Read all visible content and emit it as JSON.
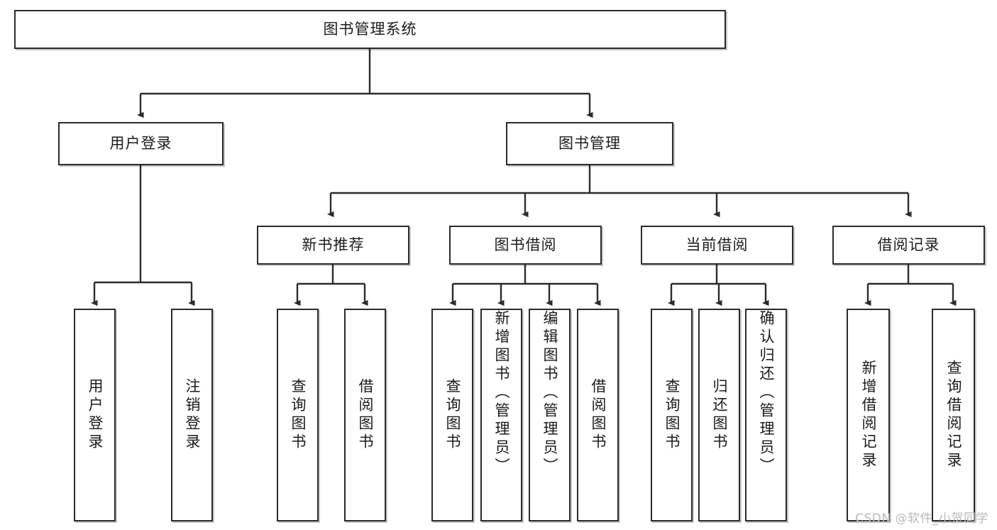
{
  "diagram": {
    "title": "图书管理系统",
    "watermark": "CSDN @软件_小贺同学",
    "line_color": "#2b2b2b",
    "box_border_color": "#2b2b2b",
    "box_fill": "#ffffff",
    "text_color": "#1b1b1b",
    "watermark_color": "#b9b9b9",
    "root": {
      "label": "图书管理系统"
    },
    "level2": [
      {
        "label": "用户登录"
      },
      {
        "label": "图书管理"
      }
    ],
    "level3": [
      {
        "label": "新书推荐"
      },
      {
        "label": "图书借阅"
      },
      {
        "label": "当前借阅"
      },
      {
        "label": "借阅记录"
      }
    ],
    "leaves": {
      "user_login": [
        {
          "label": "用户登录"
        },
        {
          "label": "注销登录"
        }
      ],
      "new_book": [
        {
          "label": "查询图书"
        },
        {
          "label": "借阅图书"
        }
      ],
      "book_borrow": [
        {
          "label": "查询图书"
        },
        {
          "label": "新增图书（管理员）"
        },
        {
          "label": "编辑图书（管理员）"
        },
        {
          "label": "借阅图书"
        }
      ],
      "current_borrow": [
        {
          "label": "查询图书"
        },
        {
          "label": "归还图书"
        },
        {
          "label": "确认归还（管理员）"
        }
      ],
      "borrow_record": [
        {
          "label": "新增借阅记录"
        },
        {
          "label": "查询借阅记录"
        }
      ]
    }
  }
}
